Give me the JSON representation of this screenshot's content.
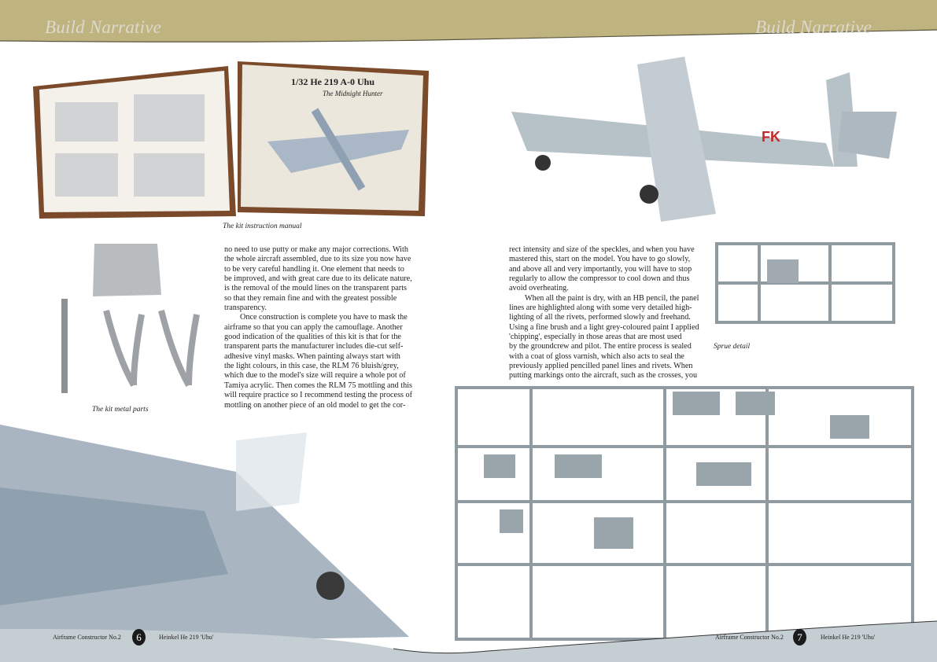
{
  "header": {
    "left_title": "Build Narrative",
    "right_title": "Build Narrative",
    "band_color": "#bfb47f"
  },
  "captions": {
    "manual": "The kit instruction manual",
    "metal_parts": "The kit metal parts",
    "sprue": "Sprue detail"
  },
  "manual_cover": {
    "title": "1/32 He 219 A-0 Uhu",
    "subtitle": "The Midnight Hunter"
  },
  "aircraft_markings": "FK",
  "column_left": [
    "no need to use putty or make any major corrections. With",
    "the whole aircraft assembled, due to its size you now have",
    "to be very careful handling it. One element that needs to",
    "be improved, and with great care due to its delicate nature,",
    "is the removal of the mould lines on the transparent parts",
    "so that they remain fine and with the greatest possible",
    "transparency.",
    "Once construction is complete you have to mask the",
    "airframe so that you can apply the camouflage. Another",
    "good indication of the qualities of this kit is that for the",
    "transparent parts the manufacturer includes die-cut self-",
    "adhesive vinyl masks. When painting always start with",
    "the light colours, in this case, the RLM 76 bluish/grey,",
    "which due to the model's size will require a whole pot of",
    "Tamiya acrylic. Then comes the RLM 75 mottling and this",
    "will require practice so I recommend testing the process of",
    "mottling on another piece of an old model to get the cor-"
  ],
  "column_right": [
    "rect intensity and size of the speckles, and when you have",
    "mastered this, start on the model. You have to go slowly,",
    "and above all and very importantly, you will have to stop",
    "regularly to allow the compressor to cool down and thus",
    "avoid overheating.",
    "When all the paint is dry, with an HB pencil, the panel",
    "lines are highlighted along with some very detailed high-",
    "lighting of all the rivets, performed slowly and freehand.",
    "Using a fine brush and a light grey-coloured paint I applied",
    "'chipping', especially in those areas that are most used",
    "by the groundcrew and pilot. The entire process is sealed",
    "with a coat of gloss varnish, which also acts to seal the",
    "previously applied pencilled panel lines and rivets. When",
    "putting markings onto the aircraft, such as the crosses, you"
  ],
  "footer": {
    "left": {
      "publication": "Airframe Constructor No.2",
      "page": "6",
      "subject": "Heinkel He 219 'Uhu'"
    },
    "right": {
      "publication": "Airframe Constructor No.2",
      "page": "7",
      "subject": "Heinkel He 219 'Uhu'"
    },
    "color": "#c5ced3"
  }
}
